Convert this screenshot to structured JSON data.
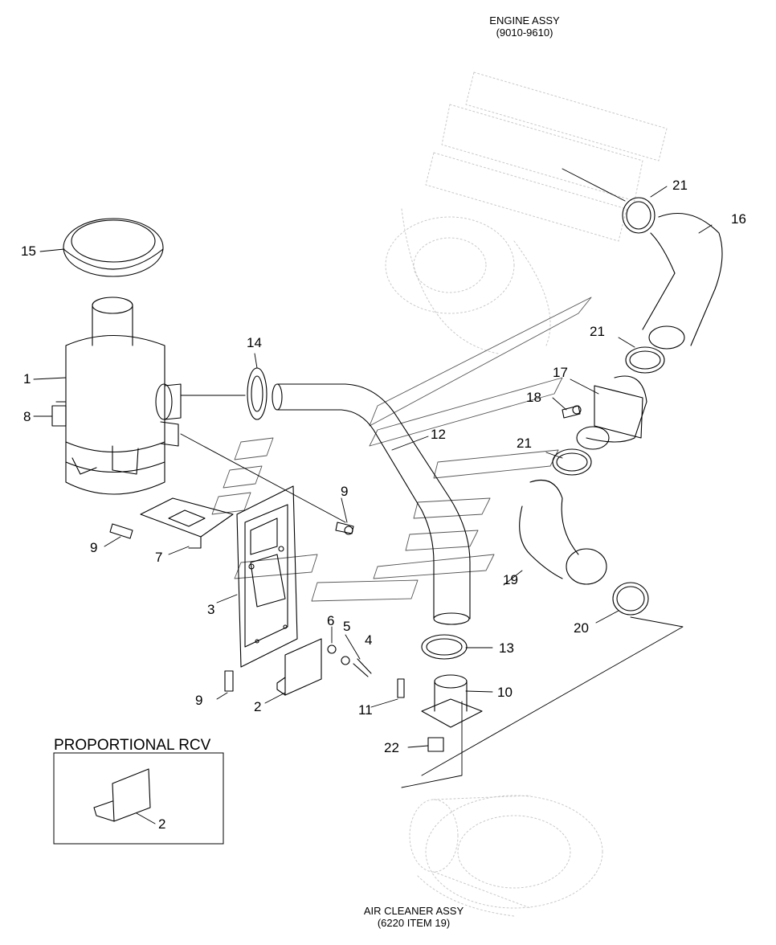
{
  "captions": {
    "engine": {
      "line1": "ENGINE ASSY",
      "line2": "(9010-9610)"
    },
    "air_cleaner": {
      "line1": "AIR CLEANER ASSY",
      "line2": "(6220 ITEM 19)"
    }
  },
  "inset": {
    "title": "PROPORTIONAL RCV",
    "callout": "2"
  },
  "callouts": {
    "c1": "1",
    "c2": "2",
    "c3": "3",
    "c4": "4",
    "c5": "5",
    "c6": "6",
    "c7": "7",
    "c8": "8",
    "c9a": "9",
    "c9b": "9",
    "c9c": "9",
    "c10": "10",
    "c11": "11",
    "c12": "12",
    "c13": "13",
    "c14": "14",
    "c15": "15",
    "c16": "16",
    "c17": "17",
    "c18": "18",
    "c19": "19",
    "c20": "20",
    "c21a": "21",
    "c21b": "21",
    "c21c": "21",
    "c22": "22"
  }
}
